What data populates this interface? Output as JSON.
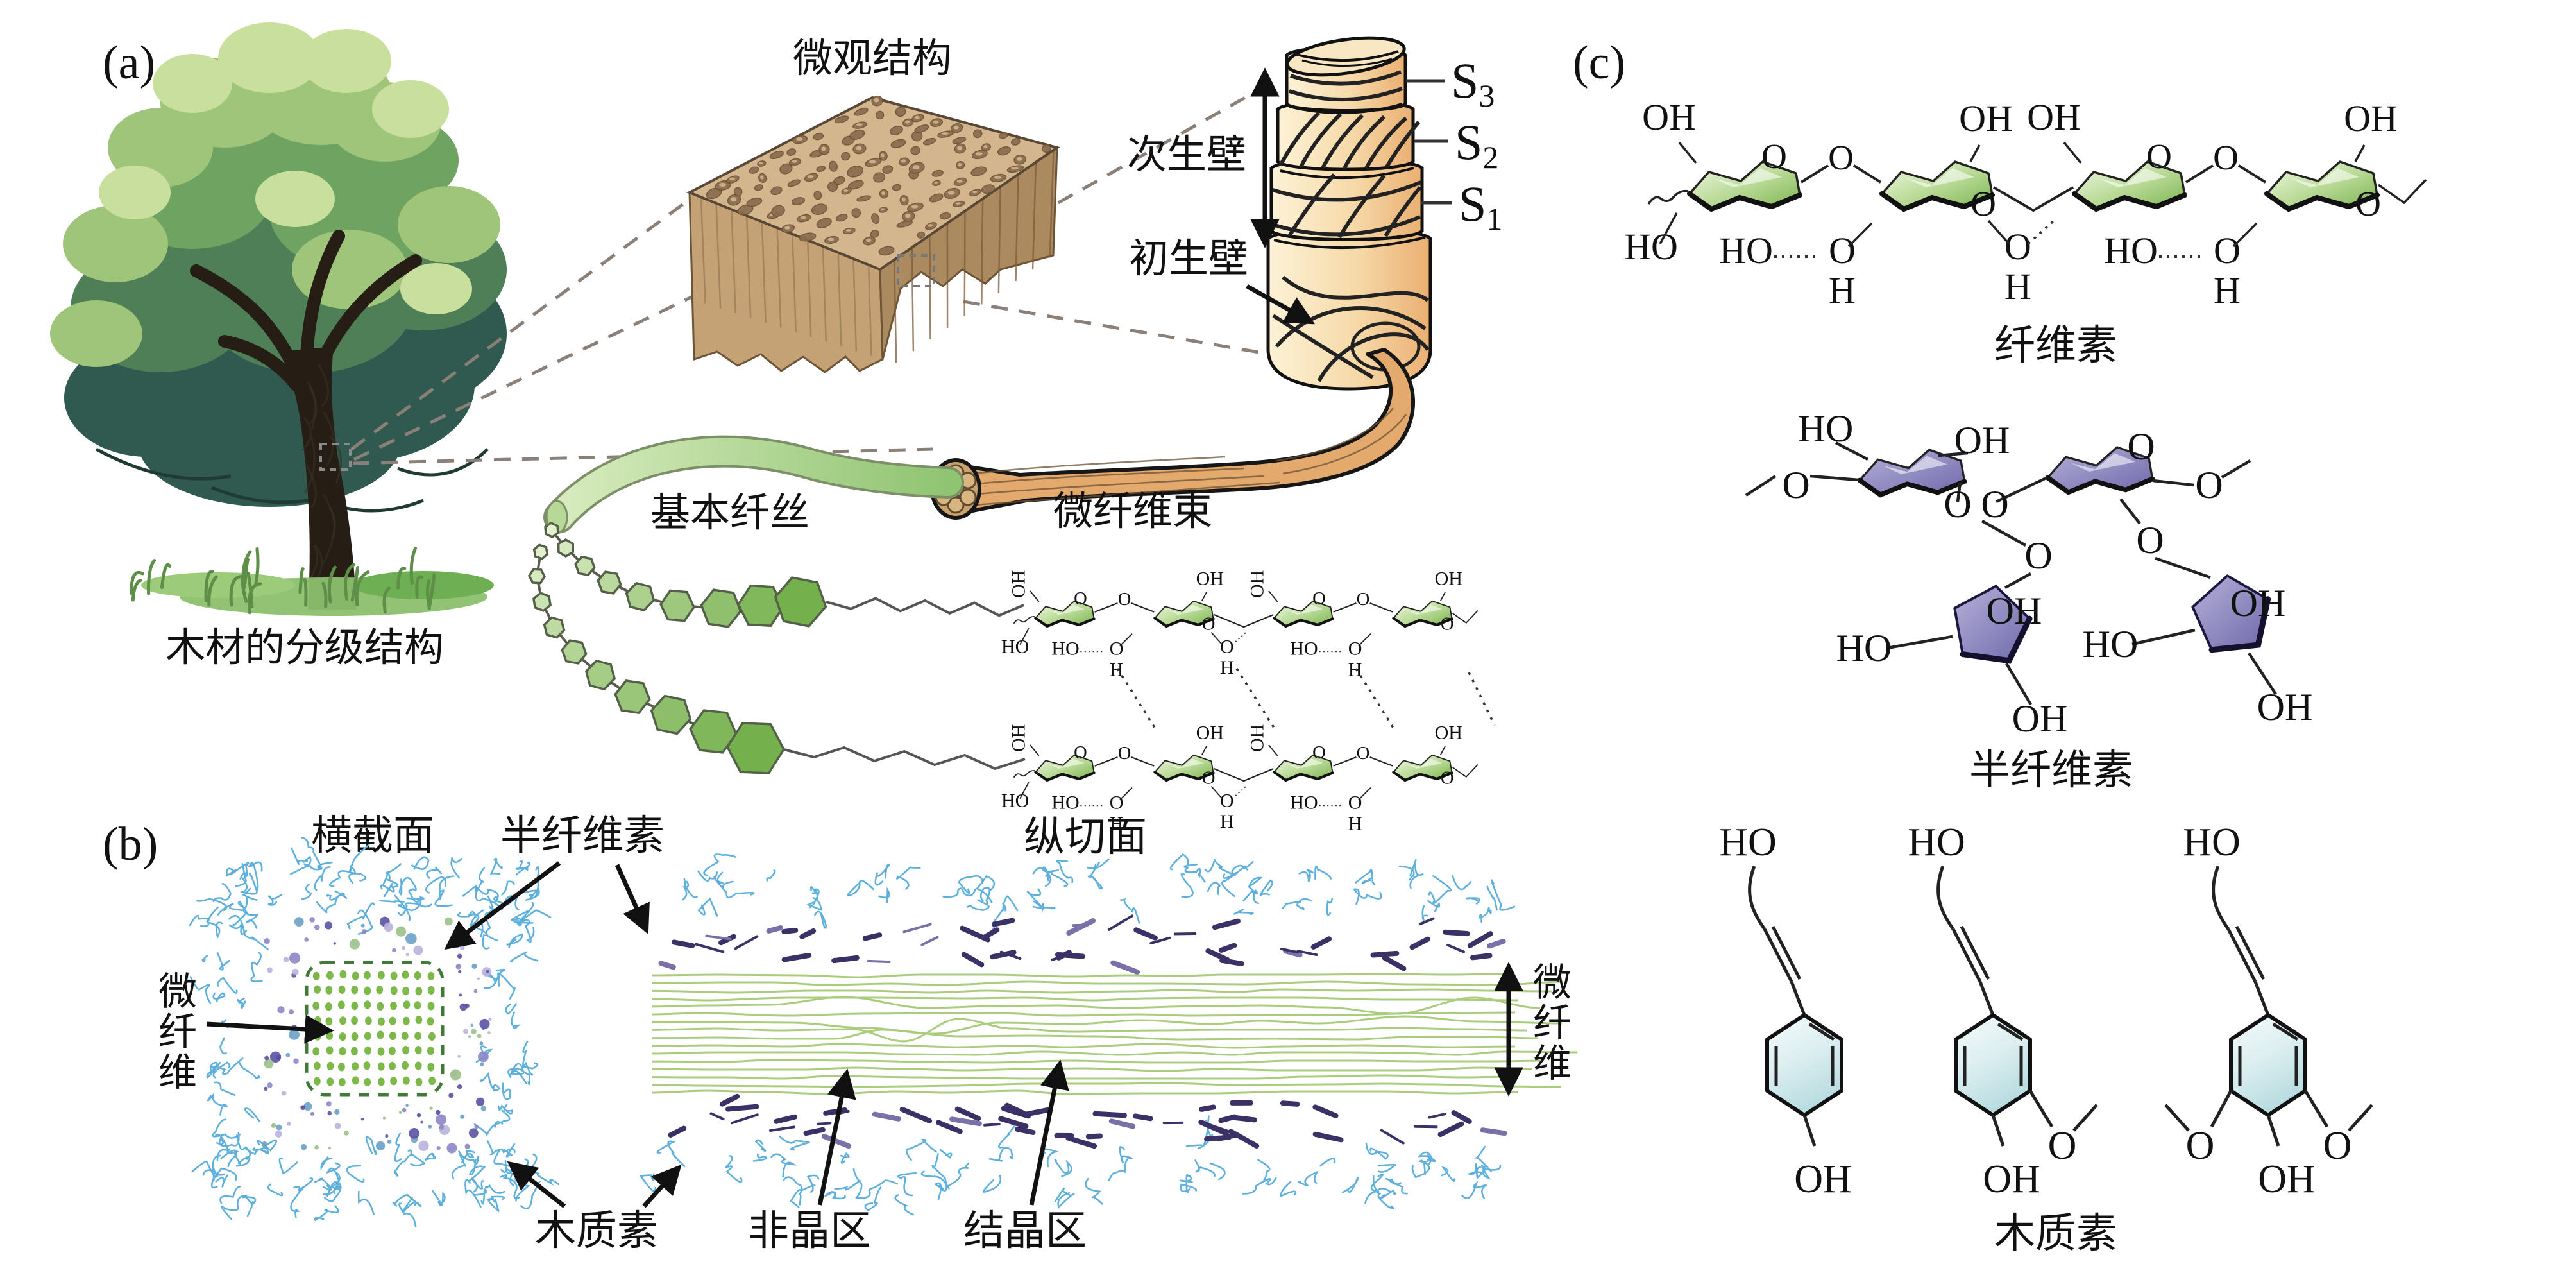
{
  "panel_a": {
    "tag": "(a)",
    "tree_caption": "木材的分级结构",
    "micro_label": "微观结构",
    "secondary_wall": "次生壁",
    "primary_wall": "初生壁",
    "s_layers": [
      {
        "base": "S",
        "sub": "3"
      },
      {
        "base": "S",
        "sub": "2"
      },
      {
        "base": "S",
        "sub": "1"
      }
    ],
    "elementary_fibril": "基本纤丝",
    "microfibril_bundle": "微纤维束"
  },
  "panel_b": {
    "tag": "(b)",
    "cross_section": "横截面",
    "hemicellulose": "半纤维素",
    "longitudinal_section": "纵切面",
    "microfibril_left": "微纤维",
    "microfibril_right": "微纤维",
    "lignin": "木质素",
    "amorphous": "非晶区",
    "crystalline": "结晶区"
  },
  "panel_c": {
    "tag": "(c)",
    "cellulose_caption": "纤维素",
    "hemicellulose_caption": "半纤维素",
    "lignin_caption": "木质素"
  },
  "chem": {
    "oh": "OH",
    "ho": "HO",
    "o": "O",
    "h": "H"
  },
  "colors": {
    "text": "#111111",
    "tree_teal": "#305a50",
    "tree_mid": "#4f7f56",
    "tree_green": "#6fa361",
    "tree_light": "#9ec579",
    "tree_pale": "#c9df9d",
    "trunk": "#261d15",
    "grass": "#8cc06d",
    "wood_top": "#d3b68e",
    "wood_front": "#c5a276",
    "wood_side": "#ab8a60",
    "pore": "#8a6c4e",
    "cylinder_light": "#fdf2d6",
    "cylinder_dark": "#eaaf72",
    "bundle_light": "#f2d9ad",
    "bundle_dark": "#e4b076",
    "ribbon_light": "#d9ecc0",
    "ribbon_dark": "#8fc471",
    "hex_light": "#e4f1cf",
    "hex_dark": "#74b04c",
    "ring_light": "#f2f8e8",
    "ring_dark": "#7ab34f",
    "hemi_light": "#b5b1d8",
    "hemi_dark": "#6f69ab",
    "lignin_light": "#eef8f8",
    "lignin_dark": "#bcdfe2",
    "squiggle_blue": "#5fb0dc",
    "dot_purple": "#5a51a3",
    "grid_green": "#7db84a",
    "line_green": "#a9cd7d",
    "dash_purple": "#3b3166",
    "connector": "#8a8078"
  }
}
